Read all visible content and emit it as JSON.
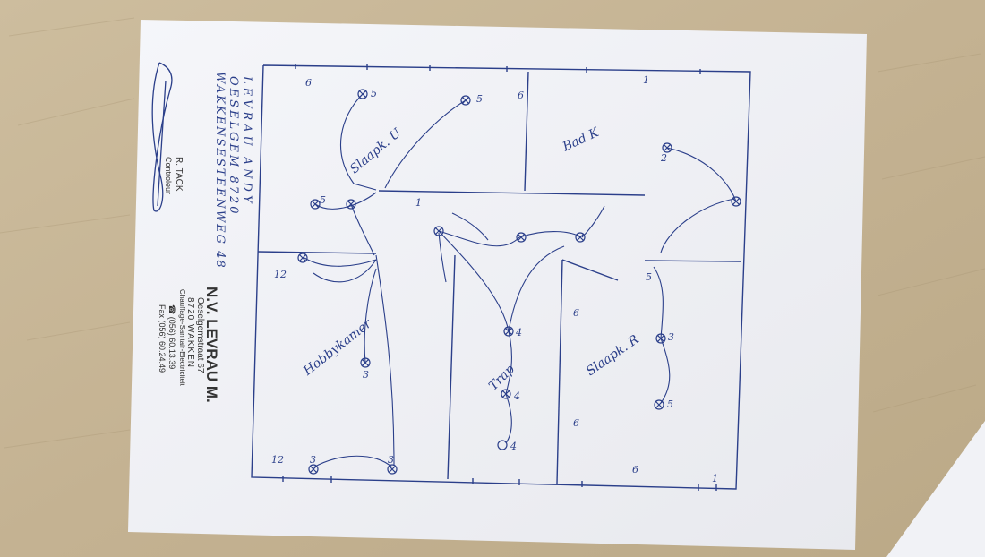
{
  "handwritten_header": {
    "line1": "LEVRAU ANDY",
    "line2": "OESELGEM 8720",
    "line3": "WAKKENSESTEENWEG 48"
  },
  "stamp": {
    "company": "N.V. LEVRAU M.",
    "address": "Oeselgemstraat 67",
    "city": "8720 WAKKEN",
    "trade": "Chauffage-Sanitair-Electriciteit",
    "phone": "☎ (056) 60.13.39",
    "fax": "Fax (056) 60.24.49"
  },
  "signature_block": {
    "name": "R. TACK",
    "title": "Controleur"
  },
  "room_labels": {
    "slaapkamer_top": "Slaapk. U",
    "bad": "Bad K",
    "trap": "Trap",
    "hobbykamer": "Hobbykamer",
    "slaapkamer_right": "Slaapk. R"
  },
  "point_labels": [
    "5",
    "5",
    "5",
    "3",
    "3",
    "3",
    "4",
    "4",
    "4",
    "2",
    "6",
    "6",
    "6",
    "1",
    "1",
    "12",
    "12",
    "5",
    "5",
    "3",
    "6",
    "6",
    "1"
  ],
  "colors": {
    "ink": "#2b3f8a",
    "paper": "#f3f4f8",
    "table_wood": "#c9b89a"
  }
}
